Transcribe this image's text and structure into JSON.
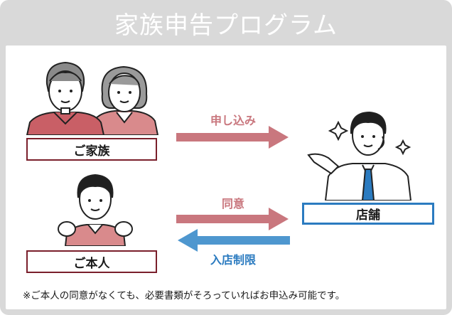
{
  "title": "家族申告プログラム",
  "labels": {
    "family": "ご家族",
    "self": "ご本人",
    "store": "店舗"
  },
  "arrows": {
    "apply": "申し込み",
    "consent": "同意",
    "restriction": "入店制限"
  },
  "note": "※ご本人の同意がなくても、必要書類がそろっていればお申込み可能です。",
  "colors": {
    "frame": "#d9d9d9",
    "red_arrow": "#c9777e",
    "red_text": "#c9777e",
    "blue_arrow": "#4e97cf",
    "blue_text": "#2b7bc0",
    "label_border": "#7a1f2b",
    "store_border": "#2b7bc0"
  }
}
